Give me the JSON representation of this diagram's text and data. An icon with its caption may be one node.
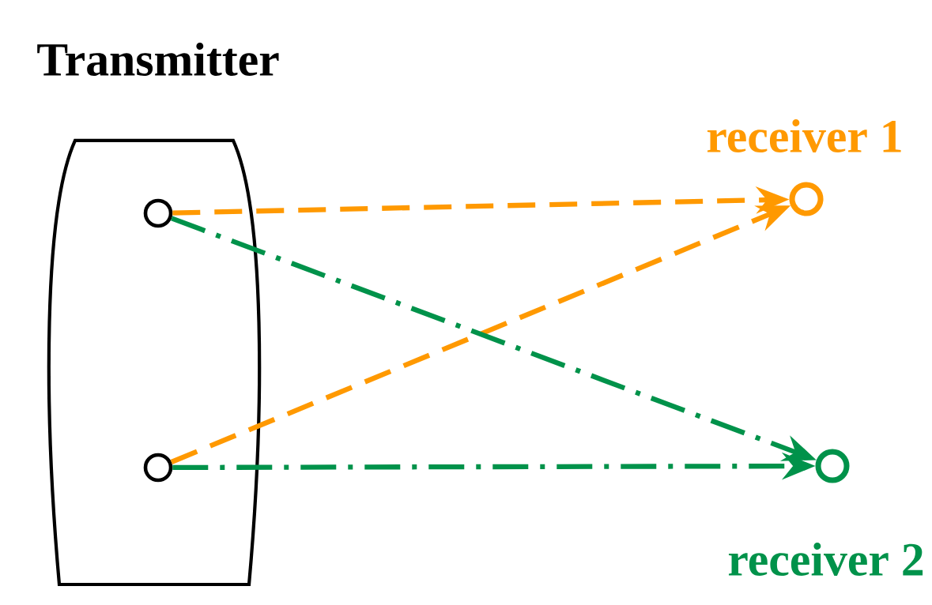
{
  "diagram": {
    "nodes": [
      {
        "text": [
          "Transmitter"
        ]
      },
      {
        "text": [],
        "shape": "circle",
        "in": 0
      },
      {
        "text": [],
        "shape": "circle",
        "in": 0
      },
      {
        "text": [
          "receiver 1"
        ]
      },
      {
        "text": [
          "receiver 2"
        ]
      }
    ],
    "edges": [
      {
        "from": 1,
        "to": 3,
        "arrow": "to",
        "style": "dashed",
        "color": "#ff9900"
      },
      {
        "from": 2,
        "to": 3,
        "arrow": "to",
        "style": "dashed",
        "color": "#ff9900"
      },
      {
        "from": 1,
        "to": 4,
        "arrow": "to",
        "style": "dashed",
        "color": "#00924a"
      },
      {
        "from": 2,
        "to": 4,
        "arrow": "to",
        "style": "dashed",
        "color": "#00924a"
      }
    ]
  }
}
